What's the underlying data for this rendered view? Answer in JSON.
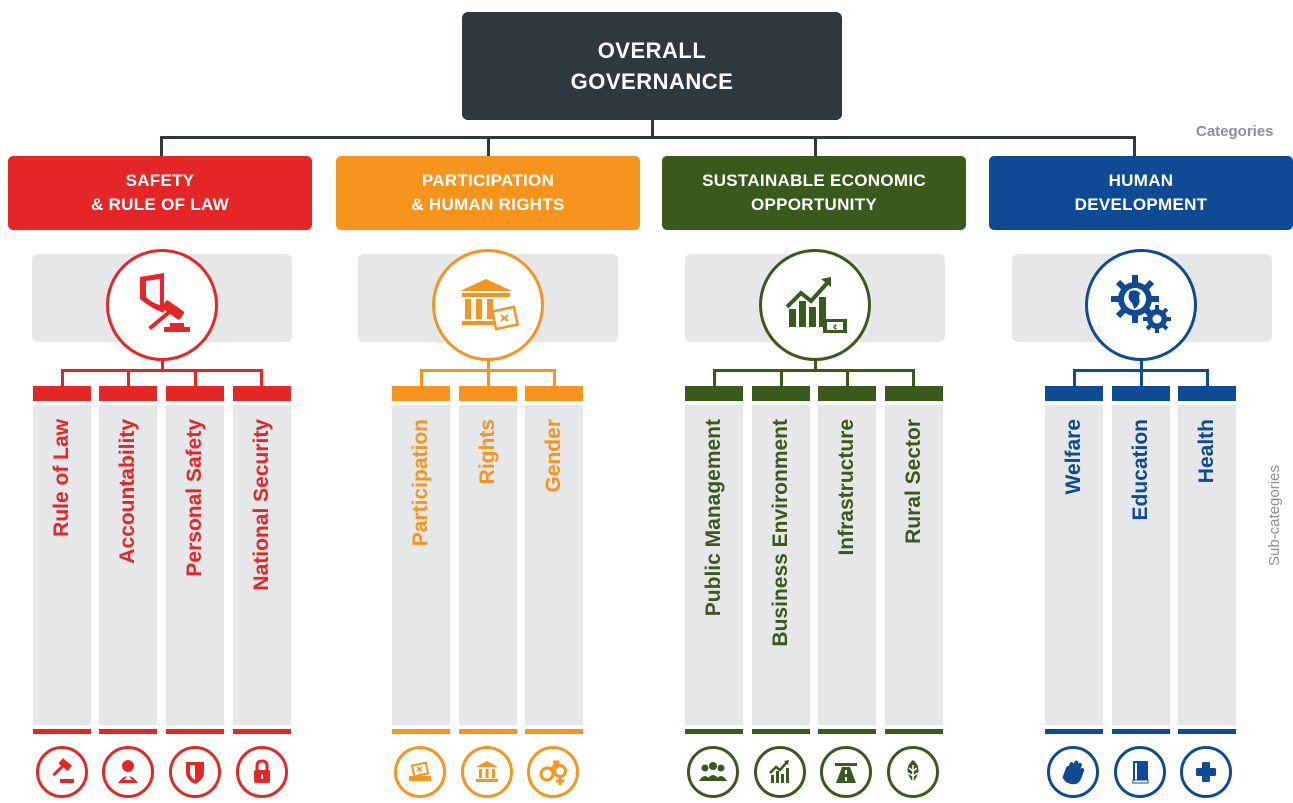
{
  "top": {
    "line1": "OVERALL",
    "line2": "GOVERNANCE"
  },
  "labels": {
    "categories": "Categories",
    "subcategories": "Sub-categories"
  },
  "colors": {
    "dark": "#2d383f",
    "red": "#e42726",
    "orange": "#f7941d",
    "green": "#3a5a1c",
    "blue": "#0f4a94",
    "grey": "#e6e7e9"
  },
  "categories": [
    {
      "line1": "SAFETY",
      "line2": "& RULE OF LAW",
      "icon": "shield-gavel-icon",
      "subs": [
        {
          "label": "Rule of Law",
          "icon": "gavel-icon"
        },
        {
          "label": "Accountability",
          "icon": "person-icon"
        },
        {
          "label": "Personal Safety",
          "icon": "shield-icon"
        },
        {
          "label": "National Security",
          "icon": "padlock-icon"
        }
      ]
    },
    {
      "line1": "PARTICIPATION",
      "line2": "& HUMAN RIGHTS",
      "icon": "institution-ballot-icon",
      "subs": [
        {
          "label": "Participation",
          "icon": "ballot-icon"
        },
        {
          "label": "Rights",
          "icon": "institution-icon"
        },
        {
          "label": "Gender",
          "icon": "gender-icon"
        }
      ]
    },
    {
      "line1": "SUSTAINABLE ECONOMIC",
      "line2": "OPPORTUNITY",
      "icon": "growth-money-icon",
      "subs": [
        {
          "label": "Public Management",
          "icon": "people-group-icon"
        },
        {
          "label": "Business Environment",
          "icon": "growth-chart-icon"
        },
        {
          "label": "Infrastructure",
          "icon": "road-icon"
        },
        {
          "label": "Rural Sector",
          "icon": "leaf-icon"
        }
      ]
    },
    {
      "line1": "HUMAN",
      "line2": "DEVELOPMENT",
      "icon": "gears-africa-icon",
      "subs": [
        {
          "label": "Welfare",
          "icon": "hand-icon"
        },
        {
          "label": "Education",
          "icon": "book-icon"
        },
        {
          "label": "Health",
          "icon": "medical-cross-icon"
        }
      ]
    }
  ]
}
